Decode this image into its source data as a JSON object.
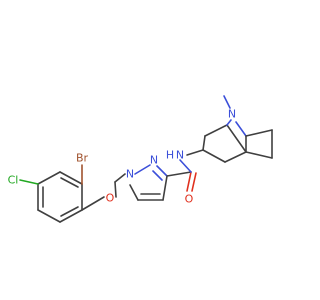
{
  "colors": {
    "bond": "#404040",
    "nitrogen": "#3b4fd9",
    "oxygen": "#e0301e",
    "bromine": "#a0522d",
    "chlorine": "#22a822"
  },
  "atoms": {
    "br": "Br",
    "cl": "Cl",
    "o_ether": "O",
    "n_pyrazole_1": "N",
    "n_pyrazole_2": "N",
    "o_carbonyl": "O",
    "n_amide": "N",
    "n_amide_h": "H",
    "n_bridge": "N"
  }
}
